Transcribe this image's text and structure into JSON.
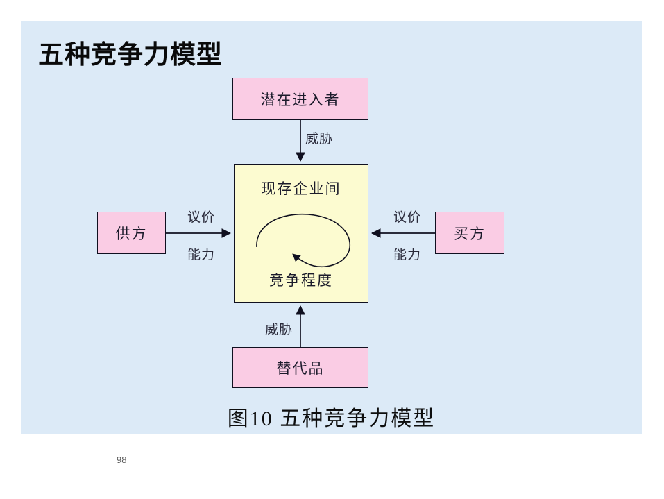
{
  "slide": {
    "title": "五种竞争力模型",
    "page_number": "98",
    "caption": "图10  五种竞争力模型",
    "background_color": "#dceaf7"
  },
  "colors": {
    "panel_background": "#dceaf7",
    "node_pink": "#facce4",
    "node_yellow": "#fcfbd0",
    "border": "#101020",
    "text": "#1b1b2b",
    "page_white": "#ffffff"
  },
  "diagram": {
    "nodes": [
      {
        "id": "entrants",
        "label": "潜在进入者",
        "fill": "#facce4",
        "position": "top"
      },
      {
        "id": "rivalry",
        "label_top": "现存企业间",
        "label_bottom": "竞争程度",
        "fill": "#fcfbd0",
        "position": "center"
      },
      {
        "id": "suppliers",
        "label": "供方",
        "fill": "#facce4",
        "position": "left"
      },
      {
        "id": "buyers",
        "label": "买方",
        "fill": "#facce4",
        "position": "right"
      },
      {
        "id": "substitutes",
        "label": "替代品",
        "fill": "#facce4",
        "position": "bottom"
      }
    ],
    "connectors": [
      {
        "id": "entrants-to-rivalry",
        "label": "威胁",
        "direction": "down"
      },
      {
        "id": "substitutes-to-rivalry",
        "label": "威胁",
        "direction": "up"
      },
      {
        "id": "suppliers-to-rivalry",
        "label_line1": "议价",
        "label_line2": "能力",
        "direction": "right"
      },
      {
        "id": "buyers-to-rivalry",
        "label_line1": "议价",
        "label_line2": "能力",
        "direction": "left"
      },
      {
        "id": "rivalry-internal-loop",
        "label": "",
        "direction": "loop"
      }
    ],
    "icons": {
      "loop": "circular-arrow-icon",
      "arrowhead": "arrowhead-icon"
    }
  }
}
